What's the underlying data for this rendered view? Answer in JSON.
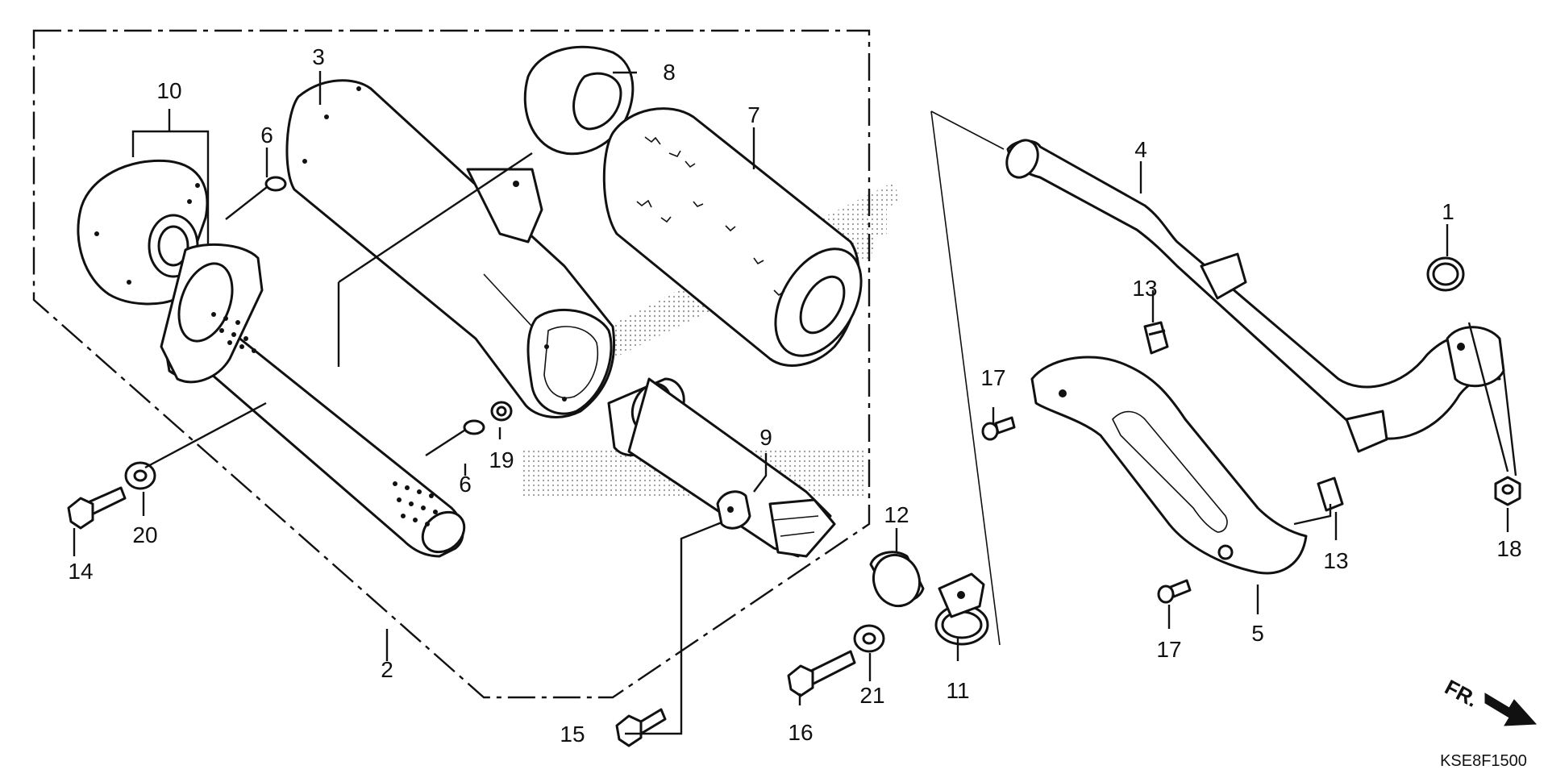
{
  "diagram": {
    "callouts": {
      "c1": "1",
      "c2": "2",
      "c3": "3",
      "c4": "4",
      "c5": "5",
      "c6a": "6",
      "c6b": "6",
      "c7": "7",
      "c8": "8",
      "c9": "9",
      "c10": "10",
      "c11": "11",
      "c12": "12",
      "c13a": "13",
      "c13b": "13",
      "c14": "14",
      "c15": "15",
      "c16": "16",
      "c17a": "17",
      "c17b": "17",
      "c18": "18",
      "c19": "19",
      "c20": "20",
      "c21": "21"
    },
    "front_indicator": "FR.",
    "diagram_code": "KSE8F1500",
    "watermark_color": "#9a9a9a",
    "line_color": "#111111"
  }
}
